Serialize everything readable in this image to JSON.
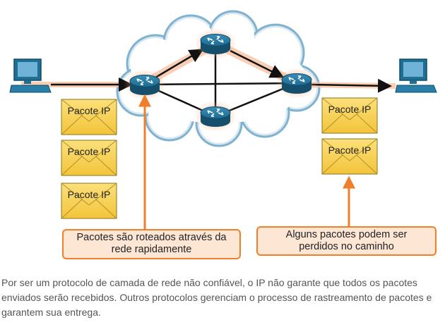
{
  "envelopes": {
    "left": [
      "Pacote IP",
      "Pacote IP",
      "Pacote IP"
    ],
    "right": [
      "Pacote IP",
      "Pacote IP"
    ]
  },
  "callouts": {
    "left_line1": "Pacotes são roteados através da",
    "left_line2": "rede rapidamente",
    "right_line1": "Alguns pacotes podem ser",
    "right_line2": "perdidos no caminho"
  },
  "caption": "Por ser um protocolo de camada de rede não confiável, o IP não garante que todos os pacotes enviados serão recebidos. Outros protocolos gerenciam o processo de rastreamento de pacotes e garantem sua entrega.",
  "colors": {
    "router": "#1f6f95",
    "cloud_outline": "#7fb2cf",
    "envelope_fill": "#f8d14a",
    "accent_orange": "#f07f2c",
    "callout_fill": "#fde6d4"
  },
  "icons": [
    "computer-icon",
    "router-icon",
    "envelope-icon",
    "cloud-icon"
  ]
}
